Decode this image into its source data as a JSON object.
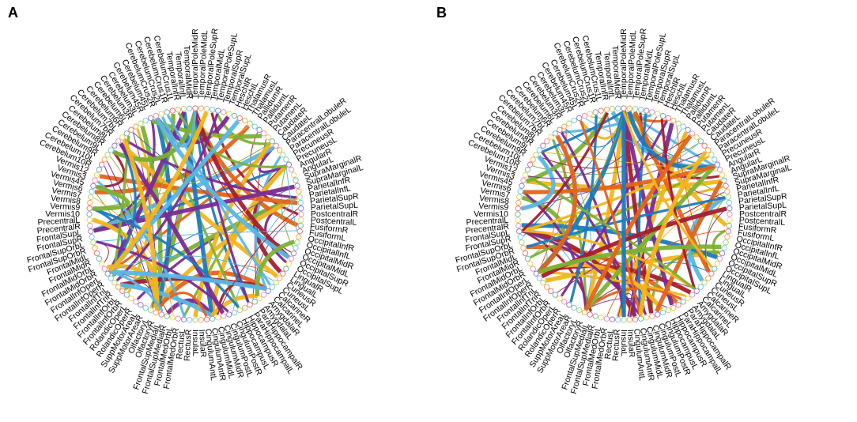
{
  "panels": [
    {
      "letter": "A",
      "seed": 11
    },
    {
      "letter": "B",
      "seed": 47
    }
  ],
  "colors": {
    "orange": "#e3641b",
    "blue": "#1b7bbf",
    "green": "#7cb135",
    "purple": "#7a2b92",
    "yellow": "#f2b51d",
    "red": "#a51c2e",
    "lightblue": "#58b7e6",
    "node_ring": [
      "#e96a7b",
      "#f3a341",
      "#a9d26d",
      "#6cc6e0",
      "#8d74c9",
      "#e58ab6",
      "#f0cf4e",
      "#64b1a2"
    ]
  },
  "regions": [
    "TemporalPoleMidR",
    "TemporalPoleMidL",
    "TemporalPoleSupR",
    "TemporalMidL",
    "TemporalPoleSupL",
    "TemporalSupR",
    "TemporalSupL",
    "HeschlR",
    "HeschlL",
    "ThalamusR",
    "ThalamusL",
    "PallidumR",
    "PallidumL",
    "PutamenR",
    "PutamenL",
    "CaudateR",
    "CaudateL",
    "ParacentralLobuleR",
    "ParacentralLobuleL",
    "PrecuneusR",
    "PrecuneusL",
    "AngularR",
    "AngularL",
    "SupraMarginalR",
    "SupraMarginalL",
    "ParietalInfR",
    "ParietalInfL",
    "ParietalSupR",
    "ParietalSupL",
    "PostcentralR",
    "PostcentralL",
    "FusiformR",
    "FusiformL",
    "OccipitalInfR",
    "OccipitalInfL",
    "OccipitalMidR",
    "OccipitalMidL",
    "OccipitalSupR",
    "OccipitalSupL",
    "LingualR",
    "LingualL",
    "CuneusR",
    "CuneusL",
    "CalcarineR",
    "CalcarineL",
    "AmygdalaR",
    "AmygdalaL",
    "ParaHippocampalR",
    "ParaHippocampalL",
    "HippocampusR",
    "HippocampusL",
    "CingulumPostR",
    "CingulumPostL",
    "CingulumMidR",
    "CingulumMidL",
    "CingulumAntR",
    "CingulumAntL",
    "InsulaR",
    "InsulaL",
    "RectusR",
    "RectusL",
    "FrontalMedOrbR",
    "FrontalMedOrbL",
    "FrontalSupMedialR",
    "FrontalSupMedialL",
    "OlfactoryR",
    "OlfactoryL",
    "SuppMotorAreaR",
    "SuppMotorAreaL",
    "RolandicOperR",
    "RolandicOperL",
    "FrontalInfOrbR",
    "FrontalInfOrbL",
    "FrontalInfTriR",
    "FrontalInfTriL",
    "FrontalInfOperR",
    "FrontalInfOperL",
    "FrontalMidOrbR",
    "FrontalMidOrbL",
    "FrontalMidR",
    "FrontalMidL",
    "FrontalSupOrbR",
    "FrontalSupOrbL",
    "FrontalSupR",
    "FrontalSupL",
    "PrecentralR",
    "PrecentralL",
    "Vermis10",
    "Vermis9",
    "Vermis8",
    "Vermis7",
    "Vermis6",
    "Vermis45",
    "Vermis3",
    "Vermis12",
    "Cerebelum10R",
    "Cerebelum10L",
    "Cerebelum9R",
    "Cerebelum9L",
    "Cerebelum8R",
    "Cerebelum8L",
    "Cerebelum7bR",
    "Cerebelum7bL",
    "Cerebelum6R",
    "Cerebelum6L",
    "Cerebelum3R",
    "Cerebelum3L",
    "Cerebelum45R",
    "Cerebelum45L",
    "CerebelumCrus2R",
    "CerebelumCrus2L",
    "CerebelumCrus1R",
    "CerebelumCrus1L",
    "TemporalInfR",
    "TemporalInfL",
    "TemporalMidR"
  ]
}
